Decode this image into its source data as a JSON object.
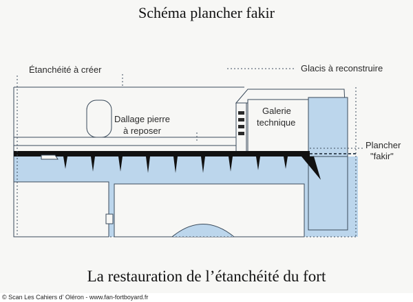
{
  "title": "Schéma plancher fakir",
  "caption": "La restauration de l’étanchéité du fort",
  "credit": "© Scan Les Cahiers d’ Oléron  - www.fan-fortboyard.fr",
  "labels": {
    "etancheite": "Étanchéité à créer",
    "glacis": "Glacis à reconstruire",
    "dallage_l1": "Dallage pierre",
    "dallage_l2": "à reposer",
    "galerie_l1": "Galerie",
    "galerie_l2": "technique",
    "plancher_l1": "Plancher",
    "plancher_l2": "\"fakir\""
  },
  "colors": {
    "water": "#bcd6ec",
    "line": "#3a4a5a",
    "dark": "#111111",
    "label_gray": "#2a2a2a"
  }
}
